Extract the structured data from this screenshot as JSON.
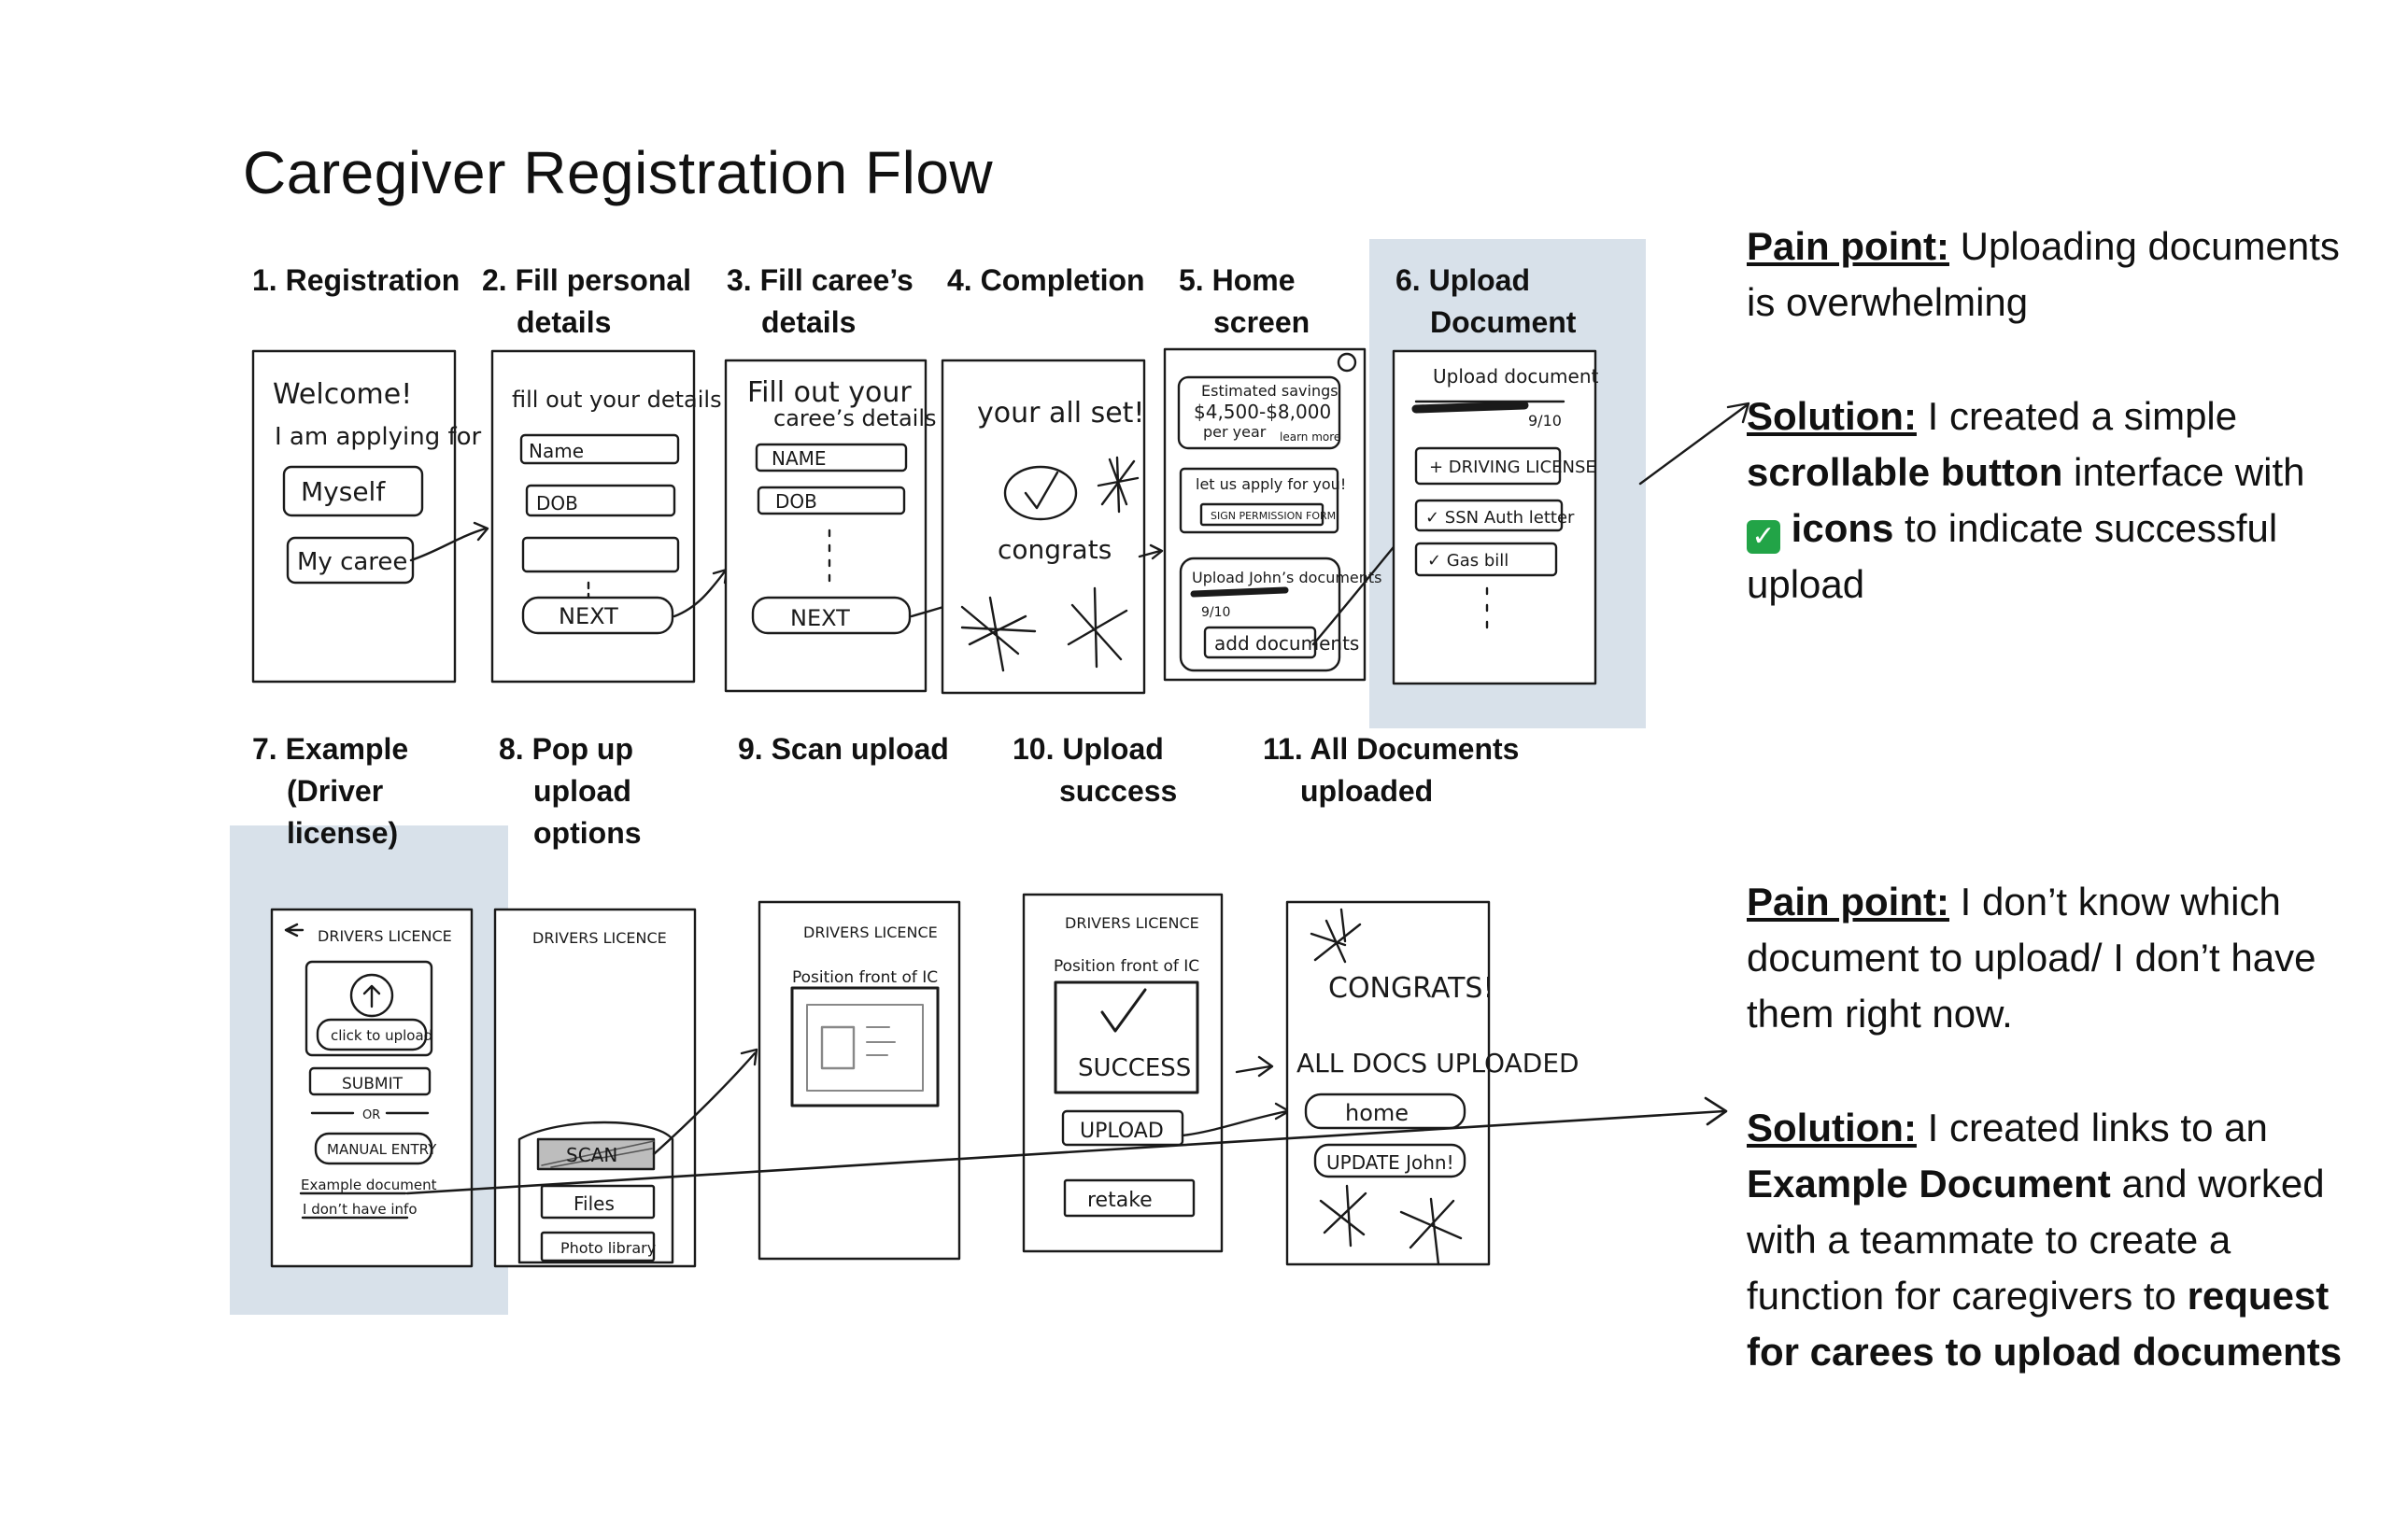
{
  "title": "Caregiver Registration Flow",
  "steps": [
    {
      "num": "1.",
      "line1": "Registration",
      "line2": ""
    },
    {
      "num": "2.",
      "line1": "Fill personal",
      "line2": "details"
    },
    {
      "num": "3.",
      "line1": "Fill caree’s",
      "line2": "details"
    },
    {
      "num": "4.",
      "line1": "Completion",
      "line2": ""
    },
    {
      "num": "5.",
      "line1": "Home",
      "line2": "screen"
    },
    {
      "num": "6.",
      "line1": "Upload",
      "line2": "Document"
    },
    {
      "num": "7.",
      "line1": "Example",
      "line2": "(Driver",
      "line3": "license)"
    },
    {
      "num": "8.",
      "line1": "Pop up",
      "line2": "upload",
      "line3": "options"
    },
    {
      "num": "9.",
      "line1": "Scan upload",
      "line2": ""
    },
    {
      "num": "10.",
      "line1": "Upload",
      "line2": "success"
    },
    {
      "num": "11.",
      "line1": "All Documents",
      "line2": "uploaded"
    }
  ],
  "sketch": {
    "s1": {
      "l1": "Welcome!",
      "l2": "I am applying for",
      "b1": "Myself",
      "b2": "My caree"
    },
    "s2": {
      "head": "fill out your details",
      "f1": "Name",
      "f2": "DOB",
      "btn": "NEXT"
    },
    "s3": {
      "head1": "Fill out your",
      "head2": "caree’s details",
      "f1": "NAME",
      "f2": "DOB",
      "btn": "NEXT"
    },
    "s4": {
      "head": "your all set!",
      "msg": "congrats"
    },
    "s5": {
      "c1a": "Estimated savings",
      "c1b": "$4,500-$8,000",
      "c1c": "per year",
      "c1d": "learn more",
      "c2a": "let us apply for you!",
      "c2b": "SIGN PERMISSION FORM",
      "c3a": "Upload John’s documents",
      "c3b": "9/10",
      "c3c": "add documents"
    },
    "s6": {
      "head": "Upload document",
      "prog": "9/10",
      "i1": "+ DRIVING LICENSE",
      "i2": "✓ SSN Auth letter",
      "i3": "✓ Gas bill"
    },
    "s7": {
      "head": "DRIVERS LICENCE",
      "up": "click to upload",
      "submit": "SUBMIT",
      "or": "OR",
      "manual": "MANUAL ENTRY",
      "l1": "Example document",
      "l2": "I don’t have info"
    },
    "s8": {
      "head": "DRIVERS LICENCE",
      "o1": "SCAN",
      "o2": "Files",
      "o3": "Photo library"
    },
    "s9": {
      "head": "DRIVERS LICENCE",
      "sub": "Position front of IC"
    },
    "s10": {
      "head": "DRIVERS LICENCE",
      "sub": "Position front of IC",
      "msg": "SUCCESS",
      "b1": "UPLOAD",
      "b2": "retake"
    },
    "s11": {
      "head1": "CONGRATS!",
      "head2": "ALL DOCS UPLOADED",
      "b1": "home",
      "b2": "UPDATE John!"
    }
  },
  "notes": {
    "top": {
      "pain_label": "Pain point:",
      "pain_text": " Uploading documents is overwhelming",
      "sol_label": "Solution:",
      "sol_t1": " I created a simple ",
      "sol_b1": "scrollable button",
      "sol_t2": " interface with ",
      "sol_b2": "icons",
      "sol_t3": " to indicate successful upload",
      "icon": "check-mark-icon"
    },
    "bottom": {
      "pain_label": "Pain point:",
      "pain_text": " I don’t know which document to upload/ I don’t have them right now.",
      "sol_label": "Solution:",
      "sol_t1": " I created links to an ",
      "sol_b1": "Example Document",
      "sol_t2": " and worked with a teammate to create a function for caregivers to ",
      "sol_b2": "request for carees to upload documents"
    }
  },
  "colors": {
    "highlight": "#d8e1ea",
    "check": "#22a447",
    "ink": "#1a1a1a"
  }
}
